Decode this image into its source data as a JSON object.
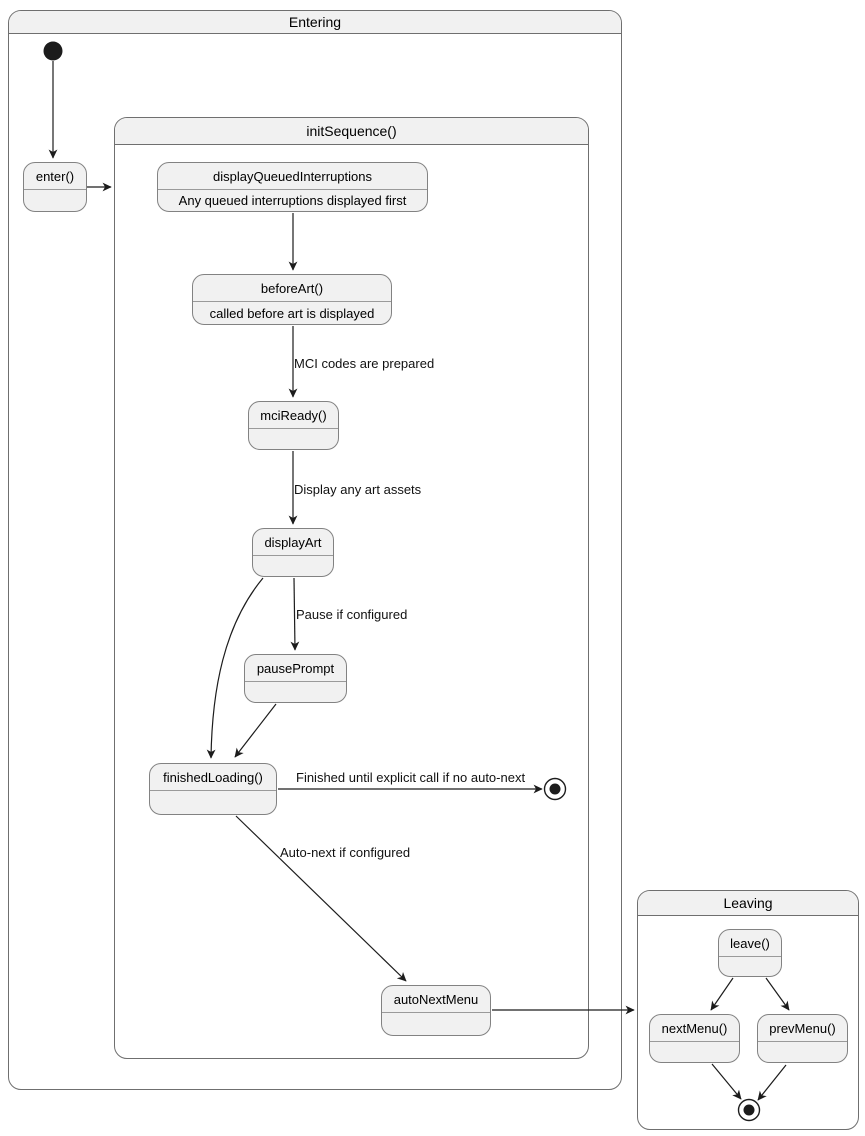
{
  "colors": {
    "state_fill": "#f1f1f1",
    "container_header_fill": "#f1f1f1",
    "arrow": "#1c1c1c",
    "border": "#6f6f6f",
    "background": "#ffffff"
  },
  "containers": {
    "entering": {
      "title": "Entering"
    },
    "init_sequence": {
      "title": "initSequence()"
    },
    "leaving": {
      "title": "Leaving"
    }
  },
  "states": {
    "enter": {
      "title": "enter()",
      "body": ""
    },
    "display_queued_interruptions": {
      "title": "displayQueuedInterruptions",
      "body": "Any queued interruptions displayed first"
    },
    "before_art": {
      "title": "beforeArt()",
      "body": "called before art is displayed"
    },
    "mci_ready": {
      "title": "mciReady()",
      "body": ""
    },
    "display_art": {
      "title": "displayArt",
      "body": ""
    },
    "pause_prompt": {
      "title": "pausePrompt",
      "body": ""
    },
    "finished_loading": {
      "title": "finishedLoading()",
      "body": ""
    },
    "auto_next_menu": {
      "title": "autoNextMenu",
      "body": ""
    },
    "leave": {
      "title": "leave()",
      "body": ""
    },
    "next_menu": {
      "title": "nextMenu()",
      "body": ""
    },
    "prev_menu": {
      "title": "prevMenu()",
      "body": ""
    }
  },
  "transition_labels": {
    "mci_codes": "MCI codes are prepared",
    "display_assets": "Display any art assets",
    "pause": "Pause if configured",
    "finished": "Finished until explicit call if no auto-next",
    "auto_next": "Auto-next if configured"
  }
}
